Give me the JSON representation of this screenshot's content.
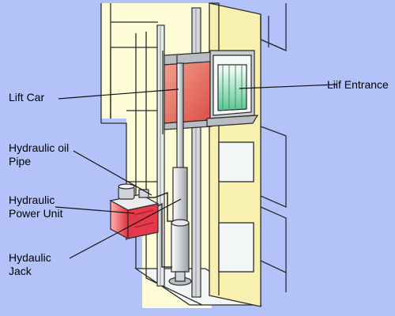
{
  "diagram": {
    "labels": {
      "lift_car": "Lift Car",
      "lift_entrance": "Liif Entrance",
      "hydraulic_oil_pipe": [
        "Hydraulic oil",
        "Pipe"
      ],
      "hydraulic_power_unit": [
        "Hydraulic",
        "Power Unit"
      ],
      "hydraulic_jack": [
        "Hydaulic",
        "Jack"
      ]
    },
    "colors": {
      "background": "#b3c3fa",
      "frame_panel": "#fffcd8",
      "yellow_column": "#f8f0b0",
      "shaft_floor": "#f3f6f6",
      "car_red": "#e86860",
      "car_glass_green": "#6fd3a0",
      "power_unit_red": "#e4394a",
      "outline": "#2b2b2b"
    }
  }
}
